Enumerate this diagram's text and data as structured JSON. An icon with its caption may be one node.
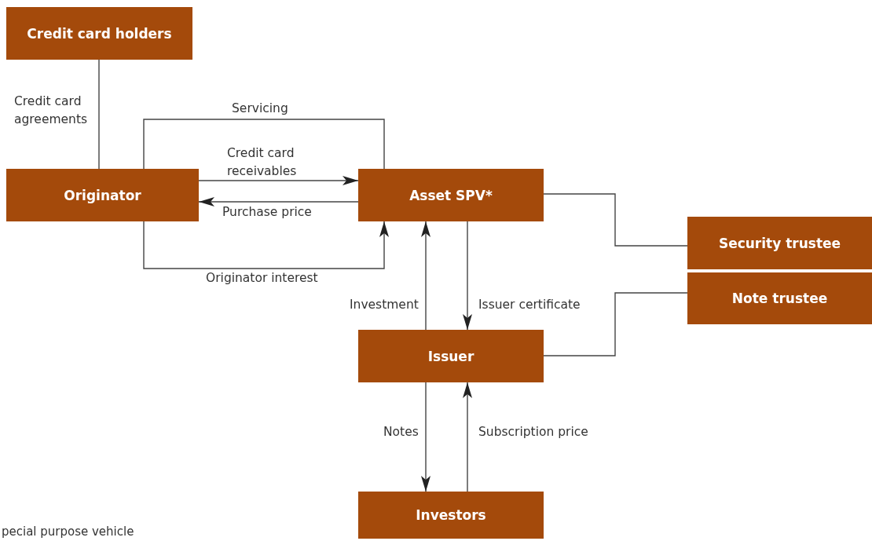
{
  "diagram": {
    "nodes": [
      {
        "text": [
          "Credit card holders"
        ]
      },
      {
        "text": [
          "Originator"
        ]
      },
      {
        "text": [
          "Asset SPV*"
        ]
      },
      {
        "text": [
          "Security trustee"
        ]
      },
      {
        "text": [
          "Note trustee"
        ]
      },
      {
        "text": [
          "Issuer"
        ]
      },
      {
        "text": [
          "Investors"
        ]
      }
    ],
    "edges": [
      {
        "from": 0,
        "to": 1,
        "arrow": "none",
        "label": "Credit card agreements"
      },
      {
        "from": 1,
        "to": 2,
        "arrow": "to",
        "label": "Credit card receivables"
      },
      {
        "from": 2,
        "to": 1,
        "arrow": "to",
        "label": "Purchase price"
      },
      {
        "from": 1,
        "to": 2,
        "arrow": "none",
        "label": "Servicing"
      },
      {
        "from": 1,
        "to": 2,
        "arrow": "to",
        "label": "Originator interest"
      },
      {
        "from": 5,
        "to": 2,
        "arrow": "to",
        "label": "Investment"
      },
      {
        "from": 2,
        "to": 5,
        "arrow": "to",
        "label": "Issuer certificate"
      },
      {
        "from": 2,
        "to": 3,
        "arrow": "none"
      },
      {
        "from": 5,
        "to": 4,
        "arrow": "none"
      },
      {
        "from": 5,
        "to": 6,
        "arrow": "to",
        "label": "Notes"
      },
      {
        "from": 6,
        "to": 5,
        "arrow": "to",
        "label": "Subscription price"
      }
    ],
    "labels": [
      "pecial purpose vehicle"
    ]
  }
}
